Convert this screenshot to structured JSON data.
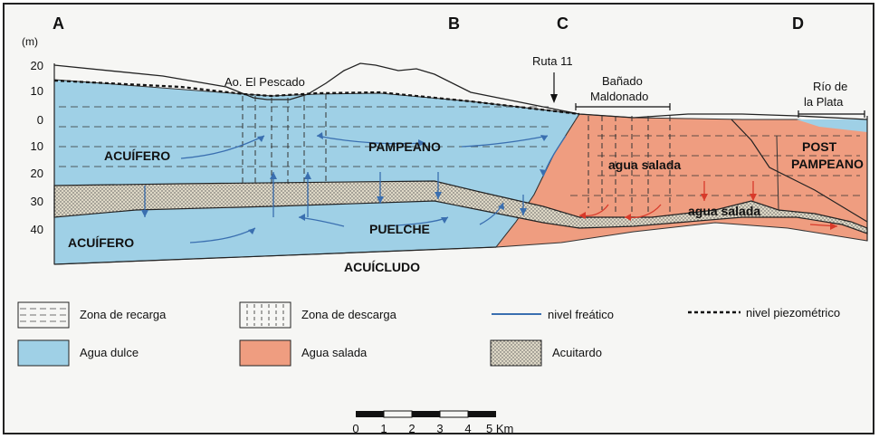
{
  "section_letters": {
    "a": "A",
    "b": "B",
    "c": "C",
    "d": "D"
  },
  "y_axis": {
    "unit": "(m)",
    "ticks": [
      "20",
      "10",
      "0",
      "10",
      "20",
      "30",
      "40"
    ]
  },
  "places": {
    "arroyo": "Ao. El Pescado",
    "ruta": "Ruta 11",
    "banado_1": "Bañado",
    "banado_2": "Maldonado",
    "rio_1": "Río de",
    "rio_2": "la Plata"
  },
  "units": {
    "acuifero_upper": "ACUÍFERO",
    "pampeano": "PAMPEANO",
    "acuifero_lower": "ACUÍFERO",
    "puelche": "PUELCHE",
    "acuicludo": "ACUÍCLUDO",
    "post_1": "POST",
    "post_2": "PAMPEANO",
    "agua_salada_1": "agua salada",
    "agua_salada_2": "agua salada"
  },
  "legend": {
    "recarga": "Zona de recarga",
    "descarga": "Zona de descarga",
    "freatico": "nivel freático",
    "piezometrico": "nivel piezométrico",
    "dulce": "Agua dulce",
    "salada": "Agua salada",
    "acuitardo": "Acuitardo"
  },
  "scale": {
    "labels": [
      "0",
      "1",
      "2",
      "3",
      "4",
      "5 Km"
    ]
  },
  "colors": {
    "fresh": "#9fd0e6",
    "salt": "#ef9d80",
    "aquitard": "#d9d4c2",
    "frame": "#222222"
  }
}
